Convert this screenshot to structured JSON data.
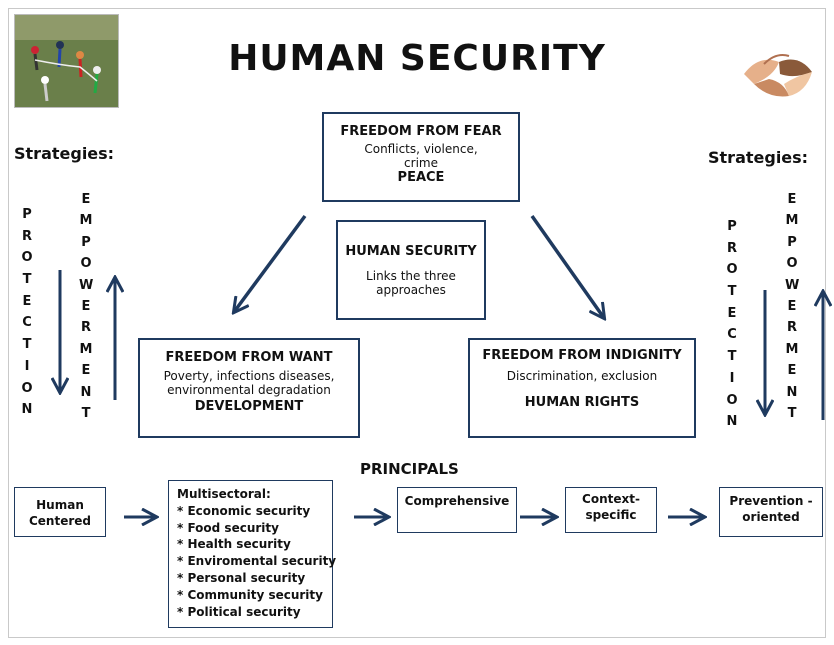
{
  "title": "HUMAN SECURITY",
  "strategies_left": "Strategies:",
  "strategies_right": "Strategies:",
  "protection_letters": [
    "P",
    "R",
    "O",
    "T",
    "E",
    "C",
    "T",
    "I",
    "O",
    "N"
  ],
  "empowerment_letters": [
    "E",
    "M",
    "P",
    "O",
    "W",
    "E",
    "R",
    "M",
    "E",
    "N",
    "T"
  ],
  "fear": {
    "heading": "FREEDOM FROM FEAR",
    "line1": "Conflicts, violence,",
    "line2": "crime",
    "footer": "PEACE"
  },
  "center": {
    "heading": "HUMAN SECURITY",
    "line1": "Links the three",
    "line2": "approaches"
  },
  "want": {
    "heading": "FREEDOM FROM WANT",
    "line1": "Poverty, infections diseases,",
    "line2": "environmental degradation",
    "footer": "DEVELOPMENT"
  },
  "indignity": {
    "heading": "FREEDOM FROM INDIGNITY",
    "line1": "Discrimination, exclusion",
    "footer": "HUMAN RIGHTS"
  },
  "principals_label": "PRINCIPALS",
  "principles": {
    "human_centered": [
      "Human",
      "Centered"
    ],
    "multisectoral": {
      "heading": "Multisectoral:",
      "items": [
        "* Economic security",
        "* Food security",
        "* Health security",
        "* Enviromental security",
        "* Personal security",
        "* Community security",
        "* Political security"
      ]
    },
    "comprehensive": "Comprehensive",
    "context_specific": [
      "Context-",
      "specific"
    ],
    "prevention_oriented": [
      "Prevention -",
      "oriented"
    ]
  },
  "colors": {
    "box_border": "#1f3a5f",
    "arrow": "#1f3a5f"
  },
  "icons": {
    "left_photo": "children-playing-photo",
    "right_photo": "joined-hands-photo"
  }
}
